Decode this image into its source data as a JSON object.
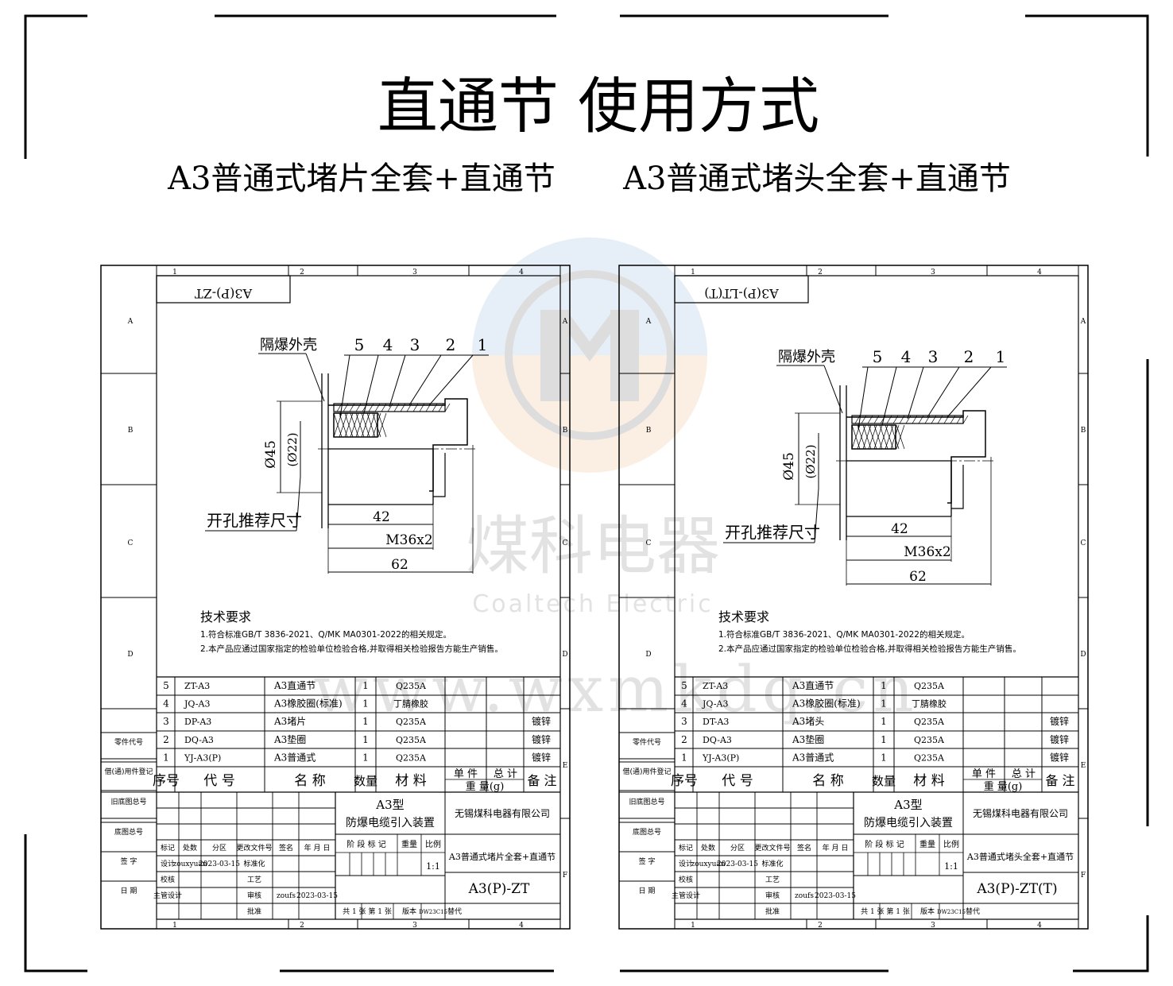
{
  "page": {
    "title": "直通节 使用方式",
    "subtitle_left": "A3普通式堵片全套+直通节",
    "subtitle_right": "A3普通式堵头全套+直通节"
  },
  "watermark": {
    "company_cn": "煤科电器",
    "company_en": "Coaltech Electric",
    "url": "www.wxmkdq.cn"
  },
  "zones": {
    "cols": [
      "1",
      "2",
      "3",
      "4"
    ],
    "rows": [
      "A",
      "B",
      "C",
      "D",
      "E",
      "F"
    ]
  },
  "side_labels": [
    "零件代号",
    "借(通)用件登记",
    "旧底图总号",
    "底图总号",
    "签 字",
    "日 期"
  ],
  "sheets": [
    {
      "id": "left",
      "tag": "A3(P)-ZT",
      "callout_shell": "隔爆外壳",
      "callout_nums": [
        "5",
        "4",
        "3",
        "2",
        "1"
      ],
      "dim_d45": "Ø45",
      "dim_d22": "(Ø22)",
      "hole_note": "开孔推荐尺寸",
      "dim_42": "42",
      "dim_thread": "M36x2",
      "dim_62": "62",
      "tech_title": "技术要求",
      "tech_1": "1.符合标准GB/T 3836-2021、Q/MK MA0301-2022的相关规定。",
      "tech_2": "2.本产品应通过国家指定的检验单位检验合格,并取得相关检验报告方能生产销售。",
      "bom": [
        {
          "no": "5",
          "code": "ZT-A3",
          "name": "A3直通节",
          "qty": "1",
          "mat": "Q235A",
          "note": ""
        },
        {
          "no": "4",
          "code": "JQ-A3",
          "name": "A3橡胶圈(标准)",
          "qty": "1",
          "mat": "丁腈橡胶",
          "note": ""
        },
        {
          "no": "3",
          "code": "DP-A3",
          "name": "A3堵片",
          "qty": "1",
          "mat": "Q235A",
          "note": "镀锌"
        },
        {
          "no": "2",
          "code": "DQ-A3",
          "name": "A3垫圈",
          "qty": "1",
          "mat": "Q235A",
          "note": "镀锌"
        },
        {
          "no": "1",
          "code": "YJ-A3(P)",
          "name": "A3普通式",
          "qty": "1",
          "mat": "Q235A",
          "note": "镀锌"
        }
      ],
      "product_name": "A3普通式堵片全套+直通节",
      "drawing_no": "A3(P)-ZT"
    },
    {
      "id": "right",
      "tag": "A3(P)-LT(T)",
      "callout_shell": "隔爆外壳",
      "callout_nums": [
        "5",
        "4",
        "3",
        "2",
        "1"
      ],
      "dim_d45": "Ø45",
      "dim_d22": "(Ø22)",
      "hole_note": "开孔推荐尺寸",
      "dim_42": "42",
      "dim_thread": "M36x2",
      "dim_62": "62",
      "tech_title": "技术要求",
      "tech_1": "1.符合标准GB/T 3836-2021、Q/MK MA0301-2022的相关规定。",
      "tech_2": "2.本产品应通过国家指定的检验单位检验合格,并取得相关检验报告方能生产销售。",
      "bom": [
        {
          "no": "5",
          "code": "ZT-A3",
          "name": "A3直通节",
          "qty": "1",
          "mat": "Q235A",
          "note": ""
        },
        {
          "no": "4",
          "code": "JQ-A3",
          "name": "A3橡胶圈(标准)",
          "qty": "1",
          "mat": "丁腈橡胶",
          "note": ""
        },
        {
          "no": "3",
          "code": "DT-A3",
          "name": "A3堵头",
          "qty": "1",
          "mat": "Q235A",
          "note": "镀锌"
        },
        {
          "no": "2",
          "code": "DQ-A3",
          "name": "A3垫圈",
          "qty": "1",
          "mat": "Q235A",
          "note": "镀锌"
        },
        {
          "no": "1",
          "code": "YJ-A3(P)",
          "name": "A3普通式",
          "qty": "1",
          "mat": "Q235A",
          "note": "镀锌"
        }
      ],
      "product_name": "A3普通式堵头全套+直通节",
      "drawing_no": "A3(P)-ZT(T)"
    }
  ],
  "table_header": {
    "no": "序号",
    "code": "代 号",
    "name": "名 称",
    "qty": "数量",
    "mat": "材 料",
    "unit_weight": "单 件",
    "total_weight": "总 计",
    "weight": "重 量(g)",
    "note": "备 注"
  },
  "title_block": {
    "model": "A3型",
    "product": "防爆电缆引入装置",
    "company": "无锡煤科电器有限公司",
    "stage": "阶 段 标 记",
    "weight": "重量",
    "scale": "比例",
    "scale_val": "1:1",
    "mark": "标记",
    "count": "处数",
    "zone": "分区",
    "change_doc": "更改文件号",
    "sign": "签名",
    "date": "年 月 日",
    "design": "设计",
    "designer": "zouxyuan",
    "design_date": "2023-03-15",
    "std": "标准化",
    "check": "校核",
    "craft": "工艺",
    "chief": "主管设计",
    "review": "审核",
    "reviewer": "zoufs",
    "review_date": "2023-03-15",
    "approve": "批准",
    "sheets": "共 1 张  第 1 张",
    "version": "版本",
    "version_val": "DW23C15",
    "replace": "替代"
  }
}
